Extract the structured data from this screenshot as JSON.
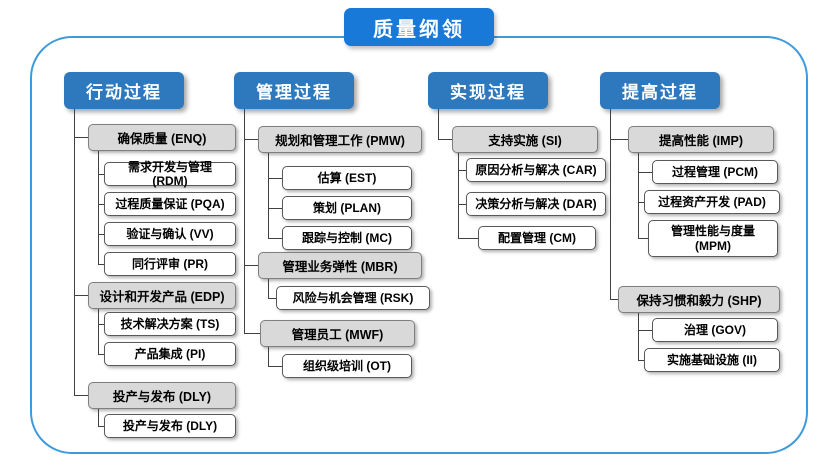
{
  "title": "质量纲领",
  "colors": {
    "title_bg": "#1879D9",
    "header_bg": "#2E79BD",
    "frame_border": "#3E9BDB",
    "parent_box_bg": "#D9D9D9",
    "child_box_bg": "#FFFFFF",
    "connector_line": "#404040"
  },
  "columns": [
    {
      "header": "行动过程",
      "groups": [
        {
          "parent": "确保质量 (ENQ)",
          "children": [
            "需求开发与管理 (RDM)",
            "过程质量保证 (PQA)",
            "验证与确认 (VV)",
            "同行评审 (PR)"
          ]
        },
        {
          "parent": "设计和开发产品 (EDP)",
          "children": [
            "技术解决方案 (TS)",
            "产品集成 (PI)"
          ]
        },
        {
          "parent": "投产与发布 (DLY)",
          "children": [
            "投产与发布 (DLY)"
          ]
        }
      ]
    },
    {
      "header": "管理过程",
      "groups": [
        {
          "parent": "规划和管理工作 (PMW)",
          "children": [
            "估算 (EST)",
            "策划 (PLAN)",
            "跟踪与控制 (MC)"
          ]
        },
        {
          "parent": "管理业务弹性 (MBR)",
          "children": [
            "风险与机会管理 (RSK)"
          ]
        },
        {
          "parent": "管理员工 (MWF)",
          "children": [
            "组织级培训 (OT)"
          ]
        }
      ]
    },
    {
      "header": "实现过程",
      "groups": [
        {
          "parent": "支持实施 (SI)",
          "children": [
            "原因分析与解决 (CAR)",
            "决策分析与解决 (DAR)",
            "配置管理 (CM)"
          ]
        }
      ]
    },
    {
      "header": "提高过程",
      "groups": [
        {
          "parent": "提高性能 (IMP)",
          "children": [
            "过程管理 (PCM)",
            "过程资产开发 (PAD)",
            "管理性能与度量 (MPM)"
          ]
        },
        {
          "parent": "保持习惯和毅力 (SHP)",
          "children": [
            "治理 (GOV)",
            "实施基础设施 (II)"
          ]
        }
      ]
    }
  ]
}
